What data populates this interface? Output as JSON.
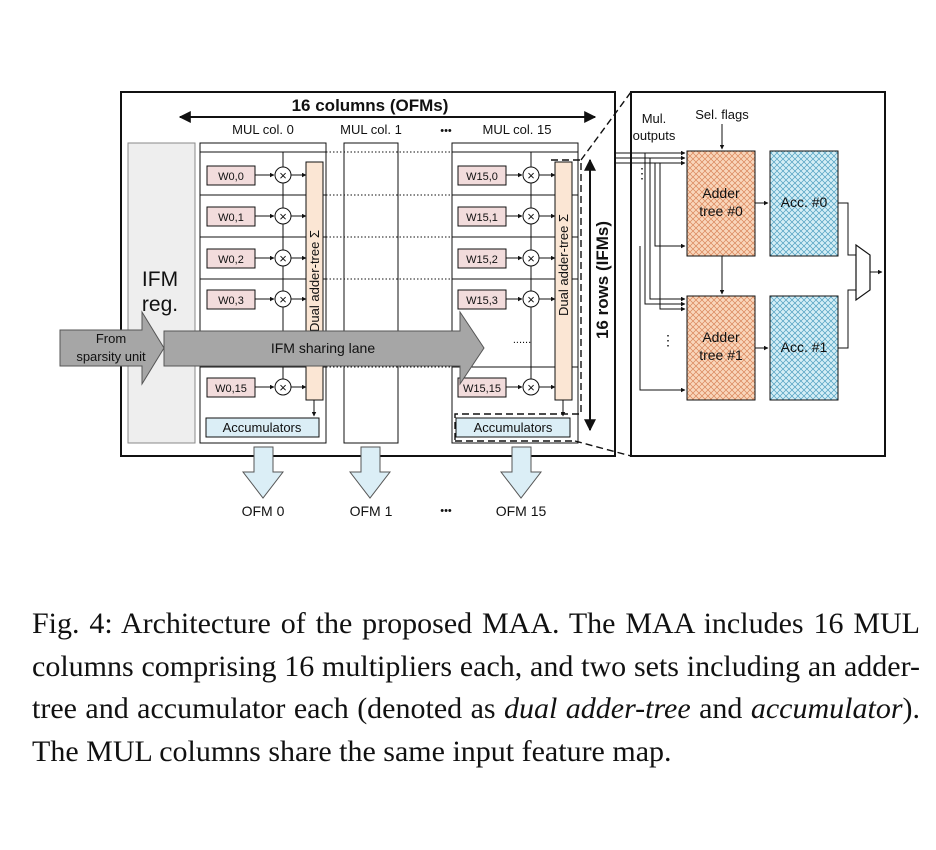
{
  "diagram": {
    "top_label": "16 columns (OFMs)",
    "side_label": "16 rows (IFMs)",
    "col_labels": [
      "MUL col. 0",
      "MUL col. 1",
      "MUL col. 15"
    ],
    "ellipsis": "•••",
    "ifm_reg": [
      "IFM",
      "reg."
    ],
    "from_sparsity": [
      "From",
      "sparsity unit"
    ],
    "sharing_lane": "IFM sharing lane",
    "dual_adder_tree": "Dual adder-tree Σ",
    "accumulators": "Accumulators",
    "multiply_symbol": "×",
    "weights_col0": [
      "W0,0",
      "W0,1",
      "W0,2",
      "W0,3",
      "W0,15"
    ],
    "weights_col15": [
      "W15,0",
      "W15,1",
      "W15,2",
      "W15,3",
      "W15,15"
    ],
    "row_dots": "......",
    "ofm_labels": [
      "OFM 0",
      "OFM 1",
      "OFM 15"
    ],
    "detail": {
      "mul_outputs": [
        "Mul.",
        "outputs"
      ],
      "sel_flags": "Sel. flags",
      "adder0": [
        "Adder",
        "tree #0"
      ],
      "adder1": [
        "Adder",
        "tree #1"
      ],
      "acc0": "Acc. #0",
      "acc1": "Acc. #1"
    }
  },
  "caption": {
    "part1": "Fig. 4: Architecture of the proposed MAA. The MAA includes 16 MUL columns comprising 16 multipliers each, and two sets including an adder-tree and accumulator each (denoted as ",
    "italic1": "dual adder-tree",
    "part2": " and ",
    "italic2": "accumulator",
    "part3": "). The MUL columns share the same input feature map."
  }
}
